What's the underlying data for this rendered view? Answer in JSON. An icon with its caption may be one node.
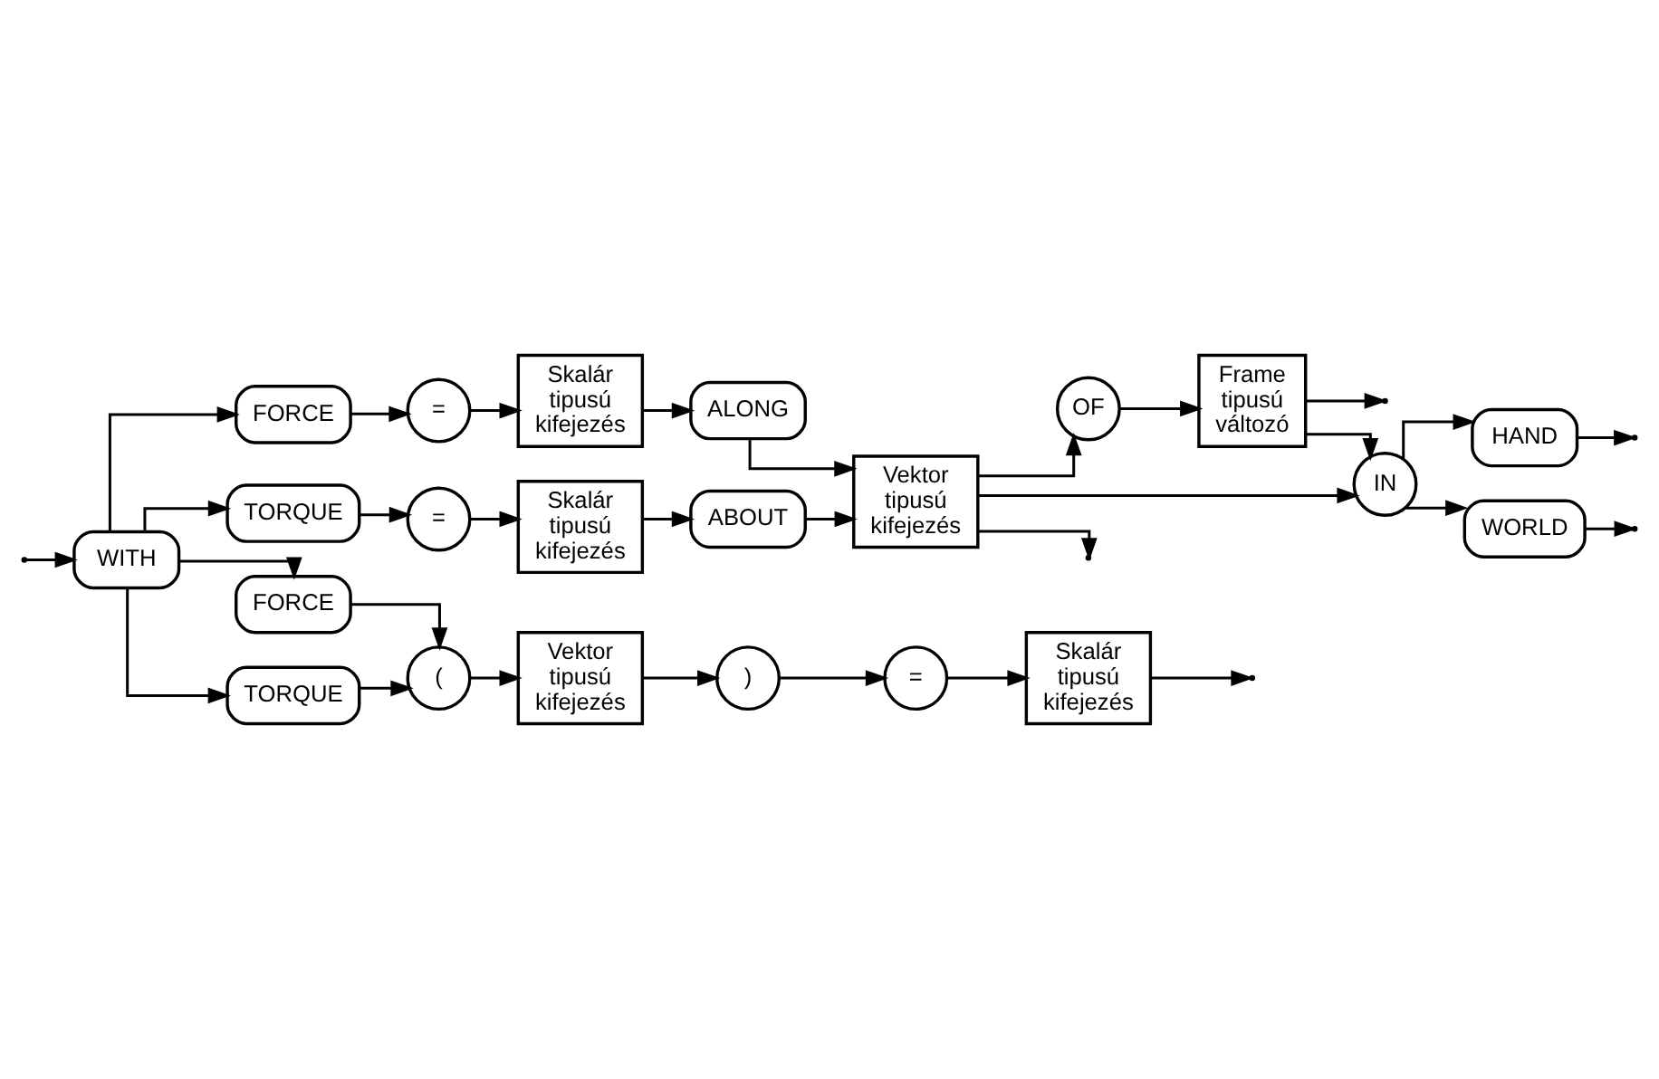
{
  "diagram": {
    "nodes": [
      {
        "text": [
          "WITH"
        ]
      },
      {
        "text": [
          "FORCE"
        ]
      },
      {
        "text": [
          "="
        ]
      },
      {
        "text": [
          "Skalár tipusú kifejezés"
        ]
      },
      {
        "text": [
          "ALONG"
        ]
      },
      {
        "text": [
          "Vektor tipusú kifejezés"
        ]
      },
      {
        "text": [
          "TORQUE"
        ]
      },
      {
        "text": [
          "="
        ]
      },
      {
        "text": [
          "Skalár tipusú kifejezés"
        ]
      },
      {
        "text": [
          "ABOUT"
        ]
      },
      {
        "text": [
          "OF"
        ]
      },
      {
        "text": [
          "Frame tipusú változó"
        ]
      },
      {
        "text": [
          "IN"
        ]
      },
      {
        "text": [
          "HAND"
        ]
      },
      {
        "text": [
          "WORLD"
        ]
      },
      {
        "text": [
          "FORCE"
        ]
      },
      {
        "text": [
          "("
        ]
      },
      {
        "text": [
          "Vektor tipusú kifejezés"
        ]
      },
      {
        "text": [
          ")"
        ]
      },
      {
        "text": [
          "="
        ]
      },
      {
        "text": [
          "Skalár tipusú kifejezés"
        ]
      },
      {
        "text": [
          "TORQUE"
        ]
      }
    ],
    "edges": [
      {
        "from": null,
        "to": 0,
        "arrow": "to"
      },
      {
        "from": 0,
        "to": 1,
        "arrow": "to"
      },
      {
        "from": 0,
        "to": 6,
        "arrow": "to"
      },
      {
        "from": 0,
        "to": 15,
        "arrow": "to"
      },
      {
        "from": 0,
        "to": 21,
        "arrow": "to"
      },
      {
        "from": 1,
        "to": 2,
        "arrow": "to"
      },
      {
        "from": 2,
        "to": 3,
        "arrow": "to"
      },
      {
        "from": 3,
        "to": 4,
        "arrow": "to"
      },
      {
        "from": 4,
        "to": 5,
        "arrow": "to"
      },
      {
        "from": 6,
        "to": 7,
        "arrow": "to"
      },
      {
        "from": 7,
        "to": 8,
        "arrow": "to"
      },
      {
        "from": 8,
        "to": 9,
        "arrow": "to"
      },
      {
        "from": 9,
        "to": 5,
        "arrow": "to"
      },
      {
        "from": 5,
        "to": 10,
        "arrow": "to"
      },
      {
        "from": 5,
        "to": 12,
        "arrow": "to"
      },
      {
        "from": 5,
        "to": null,
        "arrow": "to"
      },
      {
        "from": 10,
        "to": 11,
        "arrow": "to"
      },
      {
        "from": 11,
        "to": 12,
        "arrow": "to"
      },
      {
        "from": 11,
        "to": null,
        "arrow": "to"
      },
      {
        "from": 12,
        "to": 13,
        "arrow": "to"
      },
      {
        "from": 12,
        "to": 14,
        "arrow": "to"
      },
      {
        "from": 13,
        "to": null,
        "arrow": "to"
      },
      {
        "from": 14,
        "to": null,
        "arrow": "to"
      },
      {
        "from": 15,
        "to": 16,
        "arrow": "to"
      },
      {
        "from": 21,
        "to": 16,
        "arrow": "to"
      },
      {
        "from": 16,
        "to": 17,
        "arrow": "to"
      },
      {
        "from": 17,
        "to": 18,
        "arrow": "to"
      },
      {
        "from": 18,
        "to": 19,
        "arrow": "to"
      },
      {
        "from": 19,
        "to": 20,
        "arrow": "to"
      },
      {
        "from": 20,
        "to": null,
        "arrow": "to"
      }
    ]
  }
}
